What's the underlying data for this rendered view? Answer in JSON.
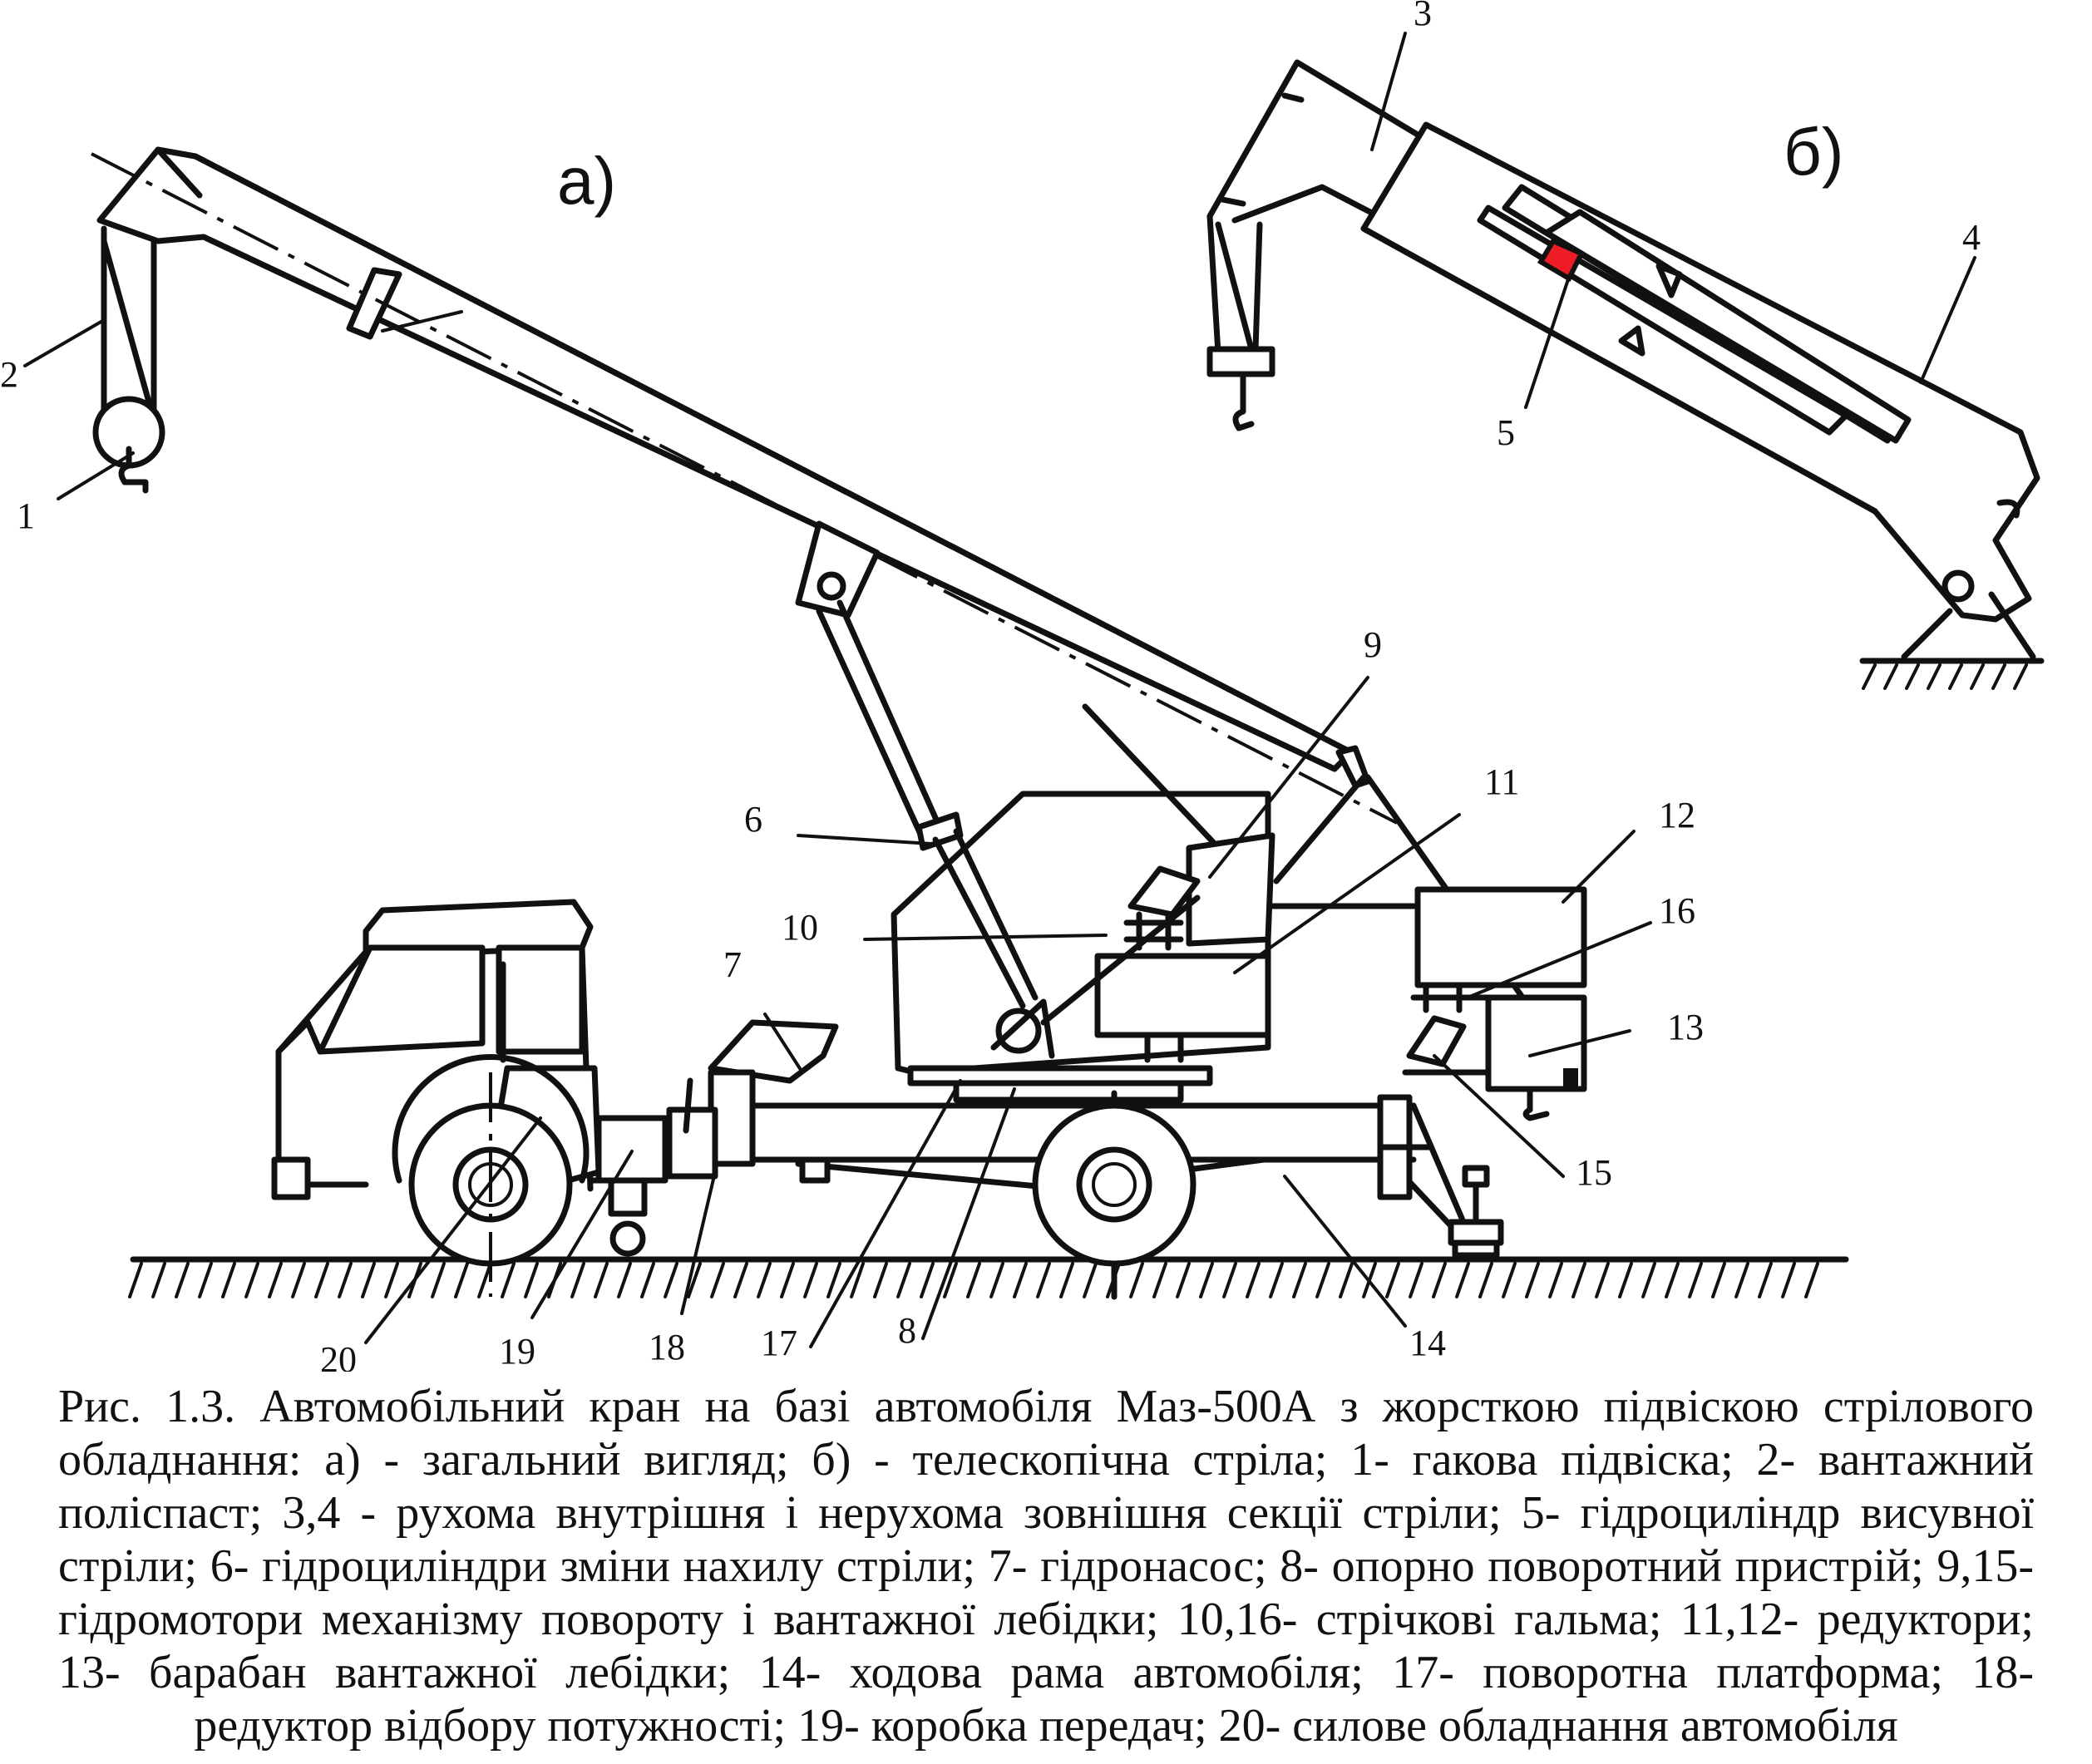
{
  "panels": {
    "a": "а)",
    "b": "б)"
  },
  "callouts": {
    "c1": "1",
    "c2": "2",
    "c3": "3",
    "c4": "4",
    "c5": "5",
    "c6": "6",
    "c7": "7",
    "c8": "8",
    "c9": "9",
    "c10": "10",
    "c11": "11",
    "c12": "12",
    "c13": "13",
    "c14": "14",
    "c15": "15",
    "c16": "16",
    "c17": "17",
    "c18": "18",
    "c19": "19",
    "c20": "20"
  },
  "caption": "Рис. 1.3. Автомобільний кран на базі автомобіля Маз-500А з жорсткою підвіскою стрілового обладнання: а) - загальний вигляд; б) - телескопічна стріла; 1- гакова підвіска; 2- вантажний поліспаст; 3,4 - рухома внутрішня і нерухома зовнішня секції стріли; 5- гідроциліндр висувної стріли; 6- гідроциліндри зміни нахилу стріли; 7- гідронасос; 8- опорно поворотний пристрій; 9,15- гідромотори механізму повороту і вантажної лебідки; 10,16- стрічкові гальма; 11,12- редуктори; 13- барабан вантажної лебідки; 14- ходова рама автомобіля; 17- поворотна платформа; 18- редуктор відбору потужності; 19- коробка передач; 20- силове обладнання автомобіля",
  "colors": {
    "line": "#111111",
    "highlight": "#ee1c25",
    "background": "#ffffff"
  }
}
